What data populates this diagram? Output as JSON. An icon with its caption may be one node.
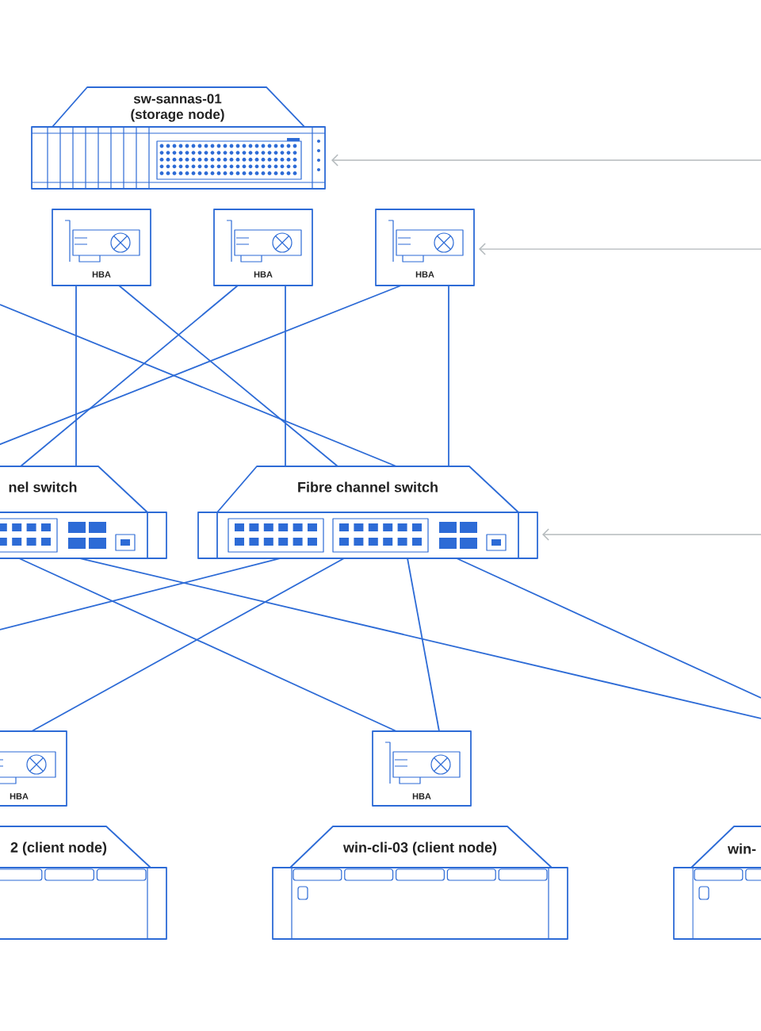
{
  "diagram": {
    "nodes": [
      {
        "text": [
          "sw-sannas-01 (storage node)"
        ]
      },
      {
        "text": [
          "HBA"
        ]
      },
      {
        "text": [
          "HBA"
        ]
      },
      {
        "text": [
          "HBA"
        ]
      },
      {
        "text": [
          "nel switch"
        ]
      },
      {
        "text": [
          "Fibre channel switch"
        ]
      },
      {
        "text": [
          "HBA"
        ]
      },
      {
        "text": [
          "HBA"
        ]
      },
      {
        "text": [
          "2 (client node)"
        ]
      },
      {
        "text": [
          "win-cli-03 (client node)"
        ]
      },
      {
        "text": [
          "win-"
        ]
      }
    ],
    "edges": [
      {
        "from": 1,
        "to": 4,
        "arrow": "none"
      },
      {
        "from": 1,
        "to": 5,
        "arrow": "none"
      },
      {
        "from": 2,
        "to": 4,
        "arrow": "none"
      },
      {
        "from": 2,
        "to": 5,
        "arrow": "none"
      },
      {
        "from": 3,
        "to": 4,
        "arrow": "none"
      },
      {
        "from": 3,
        "to": 5,
        "arrow": "none"
      },
      {
        "from": null,
        "to": 5,
        "arrow": "none"
      },
      {
        "from": 5,
        "to": null,
        "arrow": "none"
      },
      {
        "from": 5,
        "to": 6,
        "arrow": "none"
      },
      {
        "from": 4,
        "to": 7,
        "arrow": "none"
      },
      {
        "from": 4,
        "to": null,
        "arrow": "none"
      },
      {
        "from": 5,
        "to": 7,
        "arrow": "none"
      },
      {
        "from": 5,
        "to": null,
        "arrow": "none"
      },
      {
        "from": null,
        "to": 0,
        "arrow": "to",
        "color": "#b4babd"
      },
      {
        "from": null,
        "to": 3,
        "arrow": "to",
        "color": "#b4babd"
      },
      {
        "from": null,
        "to": 5,
        "arrow": "to",
        "color": "#b4babd"
      }
    ]
  }
}
